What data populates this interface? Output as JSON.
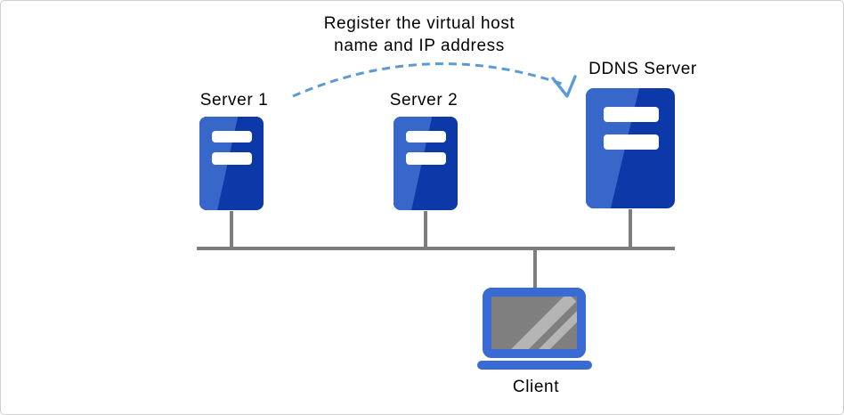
{
  "annotation": {
    "line1": "Register the virtual host",
    "line2": "name and IP address"
  },
  "nodes": {
    "server1": {
      "label": "Server 1"
    },
    "server2": {
      "label": "Server 2"
    },
    "ddns": {
      "label": "DDNS Server"
    },
    "client": {
      "label": "Client"
    }
  },
  "icons": {
    "server1": "server-icon",
    "server2": "server-icon",
    "ddns": "server-icon",
    "client": "laptop-icon",
    "arrow": "dashed-curved-arrow-icon"
  },
  "colors": {
    "server_light": "#3667C9",
    "server_dark": "#0C38A8",
    "laptop_blue": "#3A6BD4",
    "screen_gray": "#7F7F7F",
    "stripe_gray": "#B5B5B5",
    "line_gray": "#7D7D7D",
    "arrow_blue": "#5B9BD5",
    "text_black": "#000000",
    "canvas_border": "#CFCFCF",
    "canvas_bg": "#FFFFFF"
  }
}
